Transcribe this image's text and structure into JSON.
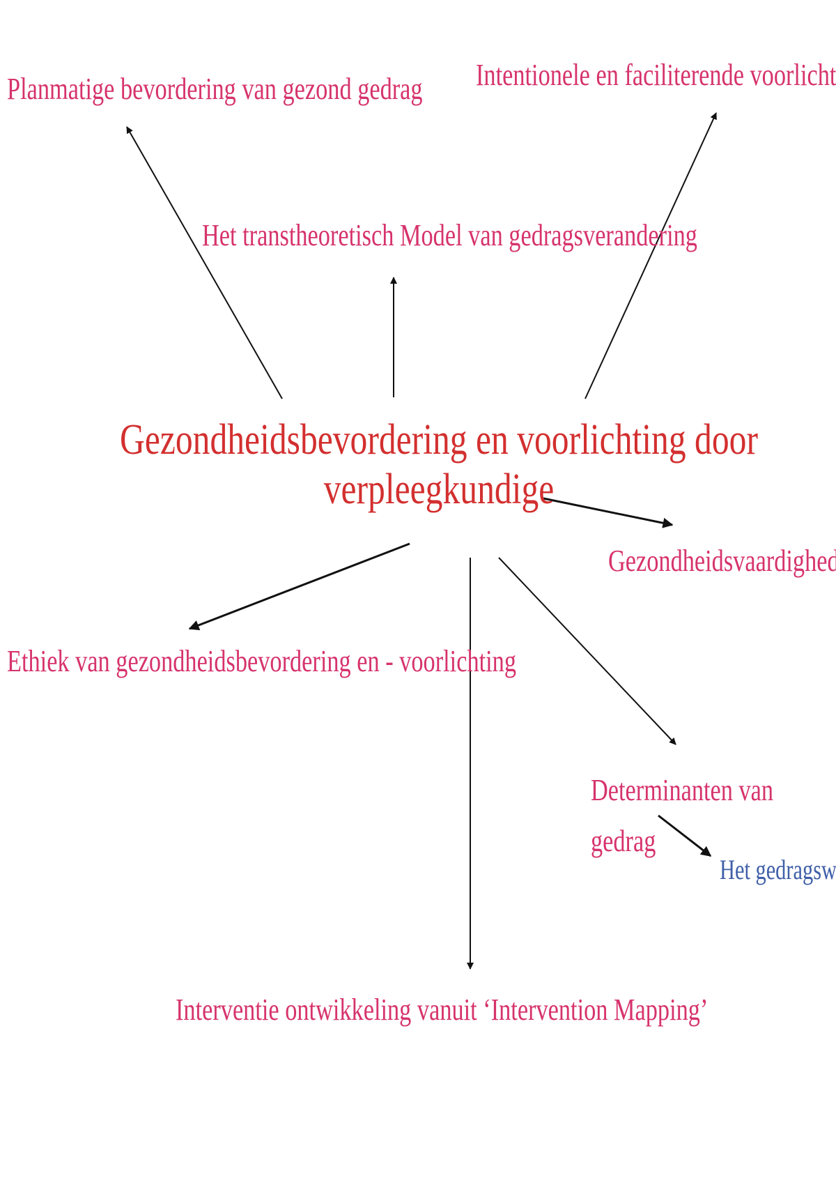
{
  "colors": {
    "central_text": "#d32f2f",
    "topic_text": "#d6336c",
    "leaf_text": "#3f5fa8",
    "arrow": "#111111"
  },
  "central": {
    "line1": "Gezondheidsbevordering en voorlichting door",
    "line2": "verpleegkundige"
  },
  "topics": {
    "planmatige": "Planmatige bevordering van gezond gedrag",
    "intentionele": "Intentionele en faciliterende voorlichting",
    "transtheoretisch": "Het transtheoretisch Model van gedragsverandering",
    "vaardigheden": "Gezondheidsvaardigheden",
    "ethiek": "Ethiek van gezondheidsbevordering en - voorlichting",
    "determinanten_line1": "Determinanten van",
    "determinanten_line2": "gedrag",
    "interventie": "Interventie ontwikkeling vanuit ‘Intervention Mapping’"
  },
  "leaves": {
    "gedragswiel": "Het gedragswiel"
  }
}
